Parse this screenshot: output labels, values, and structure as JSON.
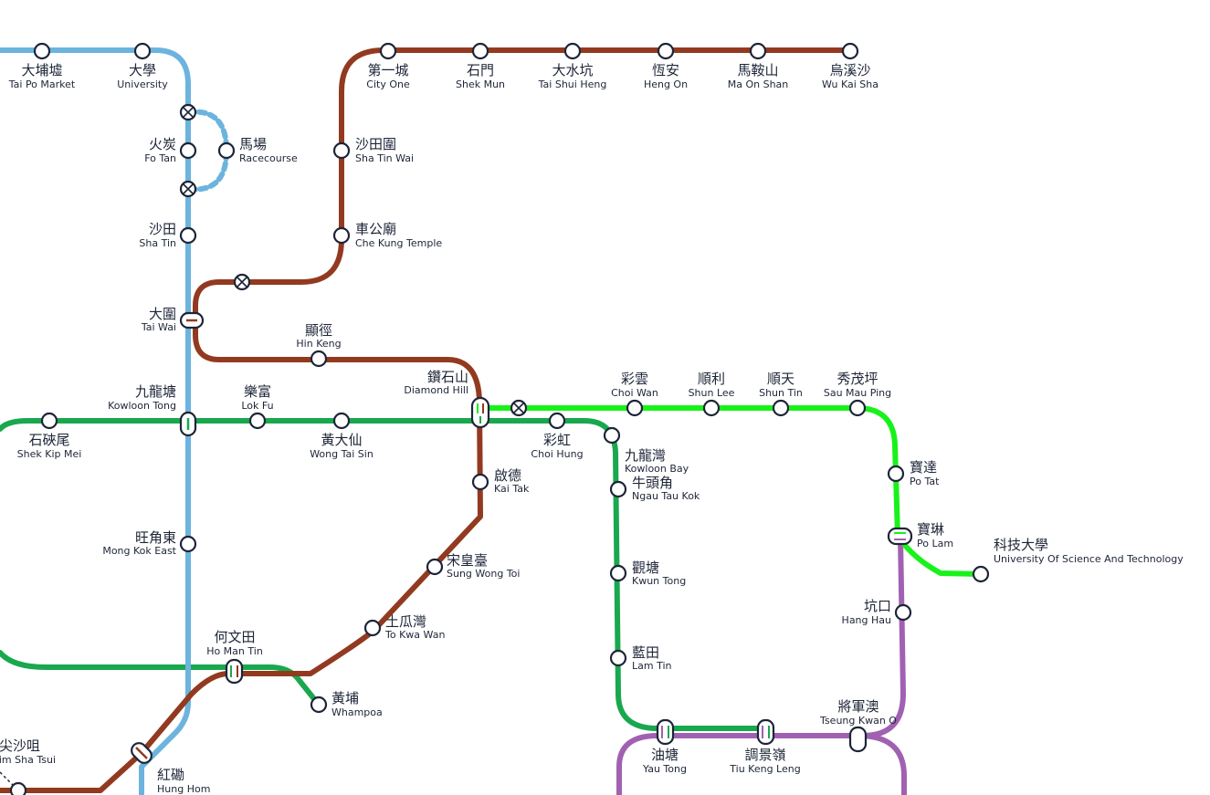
{
  "lines": {
    "east_rail": {
      "color": "#6cb4de"
    },
    "tuen_ma": {
      "color": "#923a20"
    },
    "kwun_tong": {
      "color": "#19a84e"
    },
    "tseung_kwan_o": {
      "color": "#a161b2"
    },
    "lohas_park_branch": {
      "color": "#18f21a"
    }
  },
  "stations": {
    "tai_po_market": {
      "zh": "大埔墟",
      "en": "Tai Po Market"
    },
    "university": {
      "zh": "大學",
      "en": "University"
    },
    "fo_tan": {
      "zh": "火炭",
      "en": "Fo Tan"
    },
    "racecourse": {
      "zh": "馬場",
      "en": "Racecourse"
    },
    "sha_tin": {
      "zh": "沙田",
      "en": "Sha Tin"
    },
    "tai_wai": {
      "zh": "大圍",
      "en": "Tai Wai"
    },
    "kowloon_tong": {
      "zh": "九龍塘",
      "en": "Kowloon Tong"
    },
    "mong_kok_east": {
      "zh": "旺角東",
      "en": "Mong Kok East"
    },
    "ho_man_tin": {
      "zh": "何文田",
      "en": "Ho Man Tin"
    },
    "tsim_sha_tsui": {
      "zh": "尖沙咀",
      "en": "Tsim Sha Tsui"
    },
    "hung_hom": {
      "zh": "紅磡",
      "en": "Hung Hom"
    },
    "city_one": {
      "zh": "第一城",
      "en": "City One"
    },
    "shek_mun": {
      "zh": "石門",
      "en": "Shek Mun"
    },
    "tai_shui_hang": {
      "zh": "大水坑",
      "en": "Tai Shui Heng"
    },
    "heng_on": {
      "zh": "恆安",
      "en": "Heng On"
    },
    "ma_on_shan": {
      "zh": "馬鞍山",
      "en": "Ma On Shan"
    },
    "wu_kai_sha": {
      "zh": "烏溪沙",
      "en": "Wu Kai Sha"
    },
    "sha_tin_wai": {
      "zh": "沙田圍",
      "en": "Sha Tin Wai"
    },
    "che_kung_temple": {
      "zh": "車公廟",
      "en": "Che Kung Temple"
    },
    "hin_keng": {
      "zh": "顯徑",
      "en": "Hin Keng"
    },
    "diamond_hill": {
      "zh": "鑽石山",
      "en": "Diamond Hill"
    },
    "kai_tak": {
      "zh": "啟德",
      "en": "Kai Tak"
    },
    "sung_wong_toi": {
      "zh": "宋皇臺",
      "en": "Sung Wong Toi"
    },
    "to_kwa_wan": {
      "zh": "土瓜灣",
      "en": "To Kwa Wan"
    },
    "whampoa": {
      "zh": "黃埔",
      "en": "Whampoa"
    },
    "shek_kip_mei": {
      "zh": "石硤尾",
      "en": "Shek Kip Mei"
    },
    "lok_fu": {
      "zh": "樂富",
      "en": "Lok Fu"
    },
    "wong_tai_sin": {
      "zh": "黃大仙",
      "en": "Wong Tai Sin"
    },
    "choi_hung": {
      "zh": "彩虹",
      "en": "Choi Hung"
    },
    "kowloon_bay": {
      "zh": "九龍灣",
      "en": "Kowloon Bay"
    },
    "ngau_tau_kok": {
      "zh": "牛頭角",
      "en": "Ngau Tau Kok"
    },
    "kwun_tong": {
      "zh": "觀塘",
      "en": "Kwun Tong"
    },
    "lam_tin": {
      "zh": "藍田",
      "en": "Lam Tin"
    },
    "yau_tong": {
      "zh": "油塘",
      "en": "Yau Tong"
    },
    "tiu_keng_leng": {
      "zh": "調景嶺",
      "en": "Tiu Keng Leng"
    },
    "tseung_kwan_o": {
      "zh": "將軍澳",
      "en": "Tseung Kwan O"
    },
    "choi_wan": {
      "zh": "彩雲",
      "en": "Choi Wan"
    },
    "shun_lee": {
      "zh": "順利",
      "en": "Shun Lee"
    },
    "shun_tin": {
      "zh": "順天",
      "en": "Shun Tin"
    },
    "sau_mau_ping": {
      "zh": "秀茂坪",
      "en": "Sau Mau Ping"
    },
    "po_tat": {
      "zh": "寶達",
      "en": "Po Tat"
    },
    "po_lam": {
      "zh": "寶琳",
      "en": "Po Lam"
    },
    "hang_hau": {
      "zh": "坑口",
      "en": "Hang Hau"
    },
    "hkust": {
      "zh": "科技大學",
      "en": "University Of Science And Technology"
    }
  }
}
